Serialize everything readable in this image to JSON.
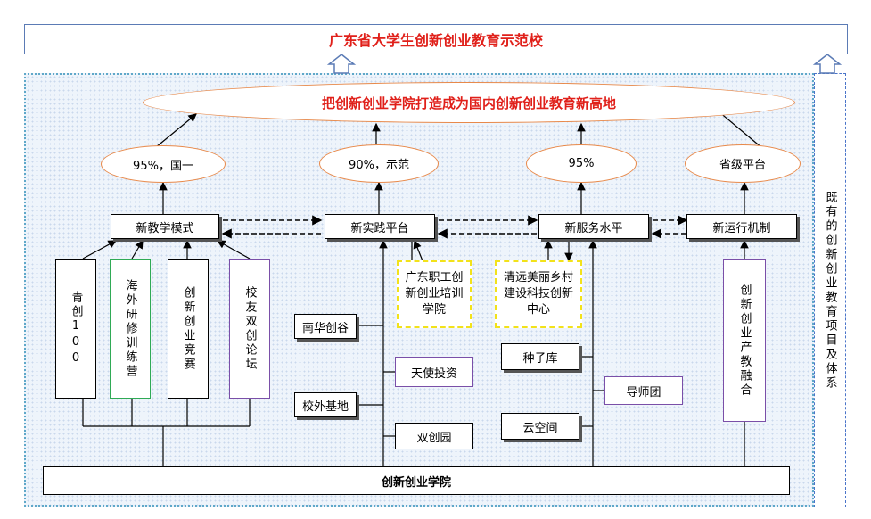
{
  "title": "广东省大学生创新创业教育示范校",
  "goal": "把创新创业学院打造成为国内创新创业教育新高地",
  "side_label": "既有的创新创业教育项目及体系",
  "targets": [
    "95%，国一",
    "90%，示范",
    "95%",
    "省级平台"
  ],
  "pillars": [
    "新教学模式",
    "新实践平台",
    "新服务水平",
    "新运行机制"
  ],
  "teaching_items": [
    "青创100",
    "海外研修训练营",
    "创新创业竞赛",
    "校友双创论坛"
  ],
  "practice_left": [
    "南华创谷",
    "校外基地"
  ],
  "practice_right": [
    "天使投资",
    "双创园"
  ],
  "academies": [
    "广东职工创新创业培训学院",
    "清远美丽乡村建设科技创新中心"
  ],
  "service_left": [
    "种子库",
    "云空间"
  ],
  "service_right": [
    "导师团"
  ],
  "mechanism_item": "创新创业产教融合",
  "base": "创新创业学院",
  "colors": {
    "title_red": "#e0201a",
    "ellipse_orange": "#e8894a",
    "dotted_blue": "#5fa8c9",
    "purple": "#7a4fa8",
    "green": "#2faa55",
    "yellow": "#f2e21a"
  }
}
